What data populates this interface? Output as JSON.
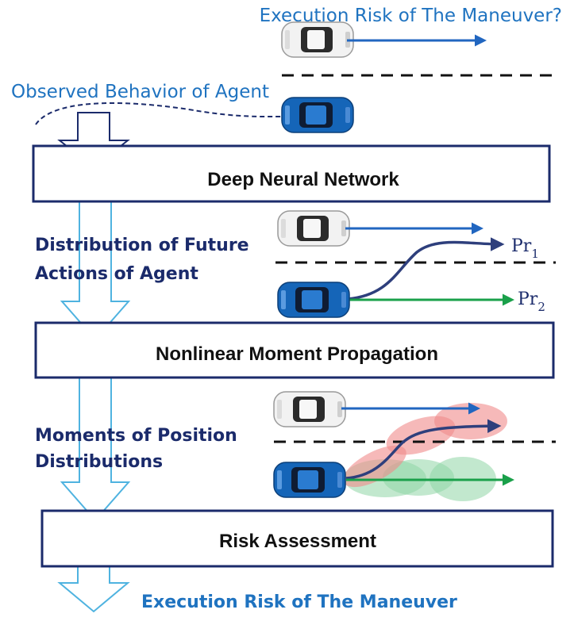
{
  "top_question": "Execution Risk of The Maneuver?",
  "observed_label": "Observed Behavior of Agent",
  "boxes": {
    "dnn": "Deep Neural Network",
    "nmp": "Nonlinear Moment Propagation",
    "risk": "Risk Assessment"
  },
  "side_labels": {
    "distribution_line1": "Distribution of Future",
    "distribution_line2": "Actions of Agent",
    "moments_line1": "Moments of Position",
    "moments_line2": "Distributions"
  },
  "probabilities": {
    "pr1_base": "Pr",
    "pr1_sub": "1",
    "pr2_base": "Pr",
    "pr2_sub": "2"
  },
  "bottom_label": "Execution Risk of The Maneuver",
  "colors": {
    "light_blue_text": "#1f73c0",
    "navy_text": "#1b2b6b",
    "box_border": "#1b2b6b",
    "arrow_blue": "#2166c0",
    "arrow_green": "#1aa04a",
    "trajectory_navy": "#2e3f7c",
    "ellipse_red": "#f08a8a",
    "ellipse_green": "#8fd6a6",
    "flow_arrow_outline": "#4fb3e0",
    "car_white": "#f2f2f2",
    "car_blue": "#1565b8"
  },
  "icons": [
    "white-car-icon",
    "blue-car-icon",
    "down-arrow-icon"
  ]
}
